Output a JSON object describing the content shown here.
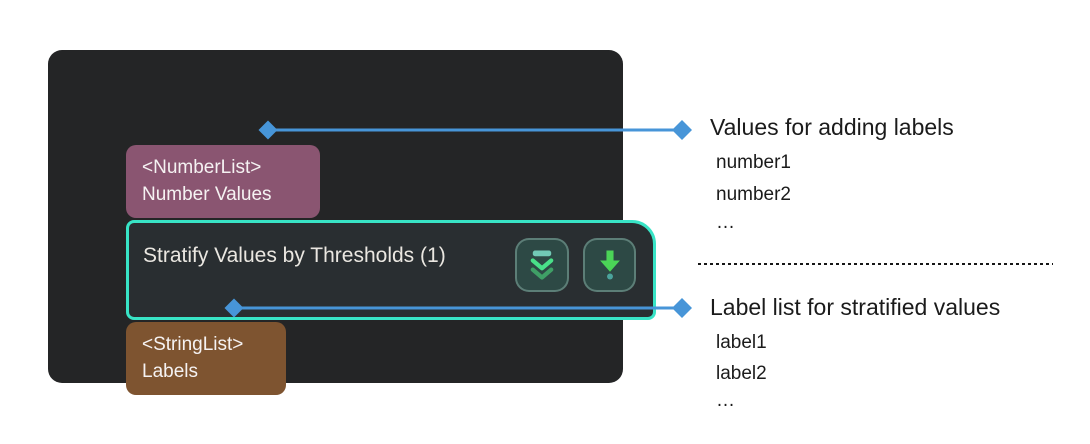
{
  "node": {
    "title": "Stratify Values by Thresholds (1)",
    "panel_color": "#242526",
    "box_bg_color": "#292e31",
    "accent_color": "#38e4c6",
    "input_port": {
      "type": "<NumberList>",
      "name": "Number Values",
      "color": "#8a5571"
    },
    "output_port": {
      "type": "<StringList>",
      "name": "Labels",
      "color": "#7e5430"
    },
    "buttons": [
      {
        "icon": "collapse-chevrons-icon",
        "bar_color": "#72c9b6",
        "chevron1_color": "#49e089",
        "chevron2_color": "#3f9f66"
      },
      {
        "icon": "download-arrow-icon",
        "arrow_color": "#4bd457",
        "dot_color": "#4ba39c"
      }
    ]
  },
  "connectors": {
    "color": "#4795d8"
  },
  "annotations": [
    {
      "title": "Values for adding labels",
      "items": [
        "number1",
        "number2",
        "…"
      ]
    },
    {
      "title": "Label list for stratified values",
      "items": [
        "label1",
        "label2",
        "…"
      ]
    }
  ]
}
